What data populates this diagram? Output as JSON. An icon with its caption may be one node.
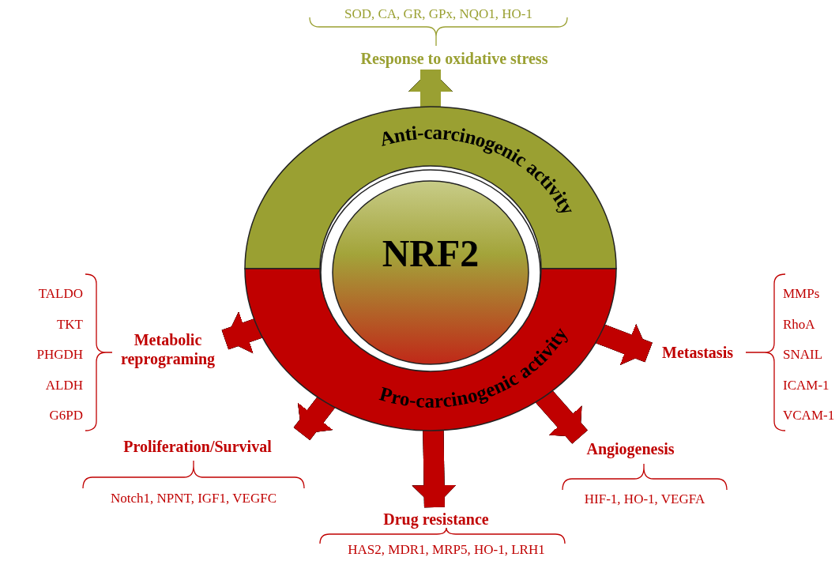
{
  "diagram": {
    "nodes": [
      {
        "text": [
          "Response to oxidative stress"
        ],
        "beside": [
          "SOD, CA, GR, GPx, NQO1, HO-1"
        ]
      },
      {
        "text": [
          "Anti-carcinogenic activity"
        ]
      },
      {
        "text": [
          "NRF2"
        ]
      },
      {
        "text": [
          "Pro-carcinogenic activity"
        ]
      },
      {
        "text": [
          "Metabolic reprograming"
        ],
        "beside": [
          "TALDO",
          "TKT",
          "PHGDH",
          "ALDH",
          "G6PD"
        ]
      },
      {
        "text": [
          "Metastasis"
        ],
        "beside": [
          "MMPs",
          "RhoA",
          "SNAIL",
          "ICAM-1",
          "VCAM-1"
        ]
      },
      {
        "text": [
          "Proliferation/Survival"
        ],
        "beside": [
          "Notch1, NPNT, IGF1, VEGFC"
        ]
      },
      {
        "text": [
          "Angiogenesis"
        ],
        "beside": [
          "HIF-1, HO-1, VEGFA"
        ]
      },
      {
        "text": [
          "Drug resistance"
        ],
        "beside": [
          "HAS2, MDR1, MRP5, HO-1, LRH1"
        ]
      }
    ],
    "edges": [
      {
        "from": 1,
        "to": 0,
        "arrow": "to",
        "color": "#9aa032"
      },
      {
        "from": 3,
        "to": 4,
        "arrow": "to"
      },
      {
        "from": 3,
        "to": 6,
        "arrow": "to"
      },
      {
        "from": 3,
        "to": 8,
        "arrow": "to"
      },
      {
        "from": 3,
        "to": 7,
        "arrow": "to"
      },
      {
        "from": 3,
        "to": 5,
        "arrow": "to"
      }
    ]
  }
}
